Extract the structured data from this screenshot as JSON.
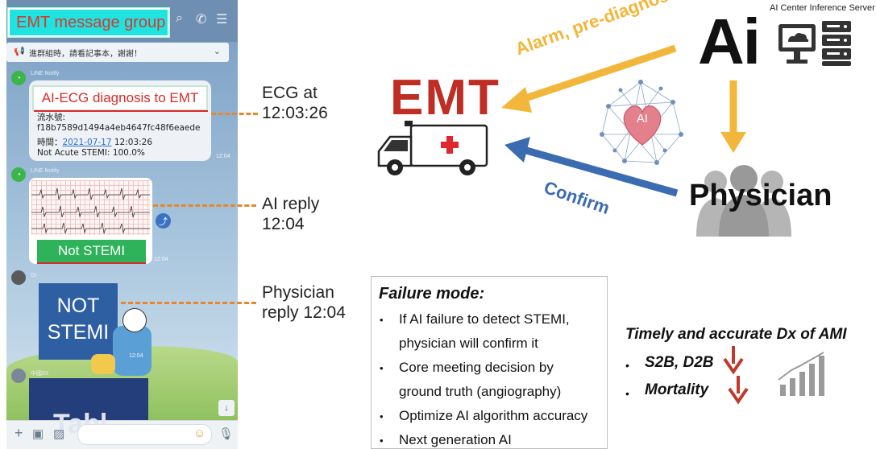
{
  "phone": {
    "group_label": "EMT message group",
    "notice": "進群組時，請看記事本，謝謝！",
    "msg1": {
      "sender": "LINE Notify",
      "label": "AI-ECG diagnosis to EMT",
      "serial_label": "流水號:",
      "serial": "f18b7589d1494a4eb4647fc48f6eaede",
      "time_prefix": "時間：",
      "date": "2021-07-17",
      "time": "12:03:26",
      "result": "Not Acute STEMI: 100.0%",
      "timestamp": "12:04"
    },
    "msg2": {
      "sender": "LINE Notify",
      "label": "Not STEMI",
      "timestamp": "12:04"
    },
    "msg3": {
      "sender": "Dr.",
      "sticker_line1": "NOT",
      "sticker_line2": "STEMI",
      "timestamp": "12:04"
    },
    "msg4": {
      "sender": "中國93"
    },
    "card_text": "Tabl"
  },
  "annotations": {
    "ecg": [
      "ECG at",
      "12:03:26"
    ],
    "ai_reply": [
      "AI reply",
      "12:04"
    ],
    "physician_reply": [
      "Physician",
      "reply 12:04"
    ]
  },
  "diagram": {
    "emt": "EMT",
    "ai": "Ai",
    "ai_center": "AI Center Inference Server",
    "brain_label": "AI",
    "physician": "Physician",
    "alarm_arrow": "Alarm, pre-diagnosis",
    "confirm_arrow": "Confirm",
    "colors": {
      "emt_red": "#bf2e24",
      "alarm_yellow": "#f2b63a",
      "confirm_blue": "#3b6bb0",
      "down_red": "#c0392b"
    }
  },
  "failure_mode": {
    "title": "Failure mode:",
    "items": [
      "If AI failure to detect STEMI,",
      "physician will confirm it",
      "Core meeting decision by",
      "ground truth (angiography)",
      "Optimize AI algorithm accuracy",
      "Next generation AI"
    ]
  },
  "outcomes": {
    "title": "Timely and accurate Dx of AMI",
    "items": [
      "S2B, D2B",
      "Mortality"
    ]
  }
}
